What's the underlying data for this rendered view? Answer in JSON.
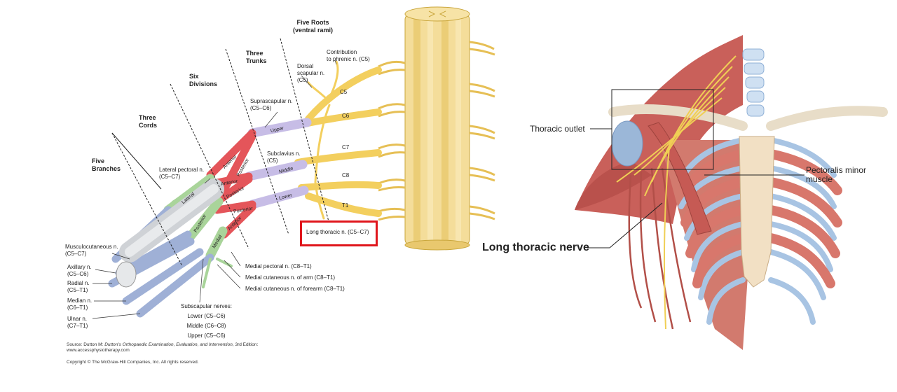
{
  "left_figure": {
    "headers": {
      "five_roots": "Five Roots",
      "ventral_rami": "(ventral rami)",
      "three_trunks": "Three Trunks",
      "six_divisions": "Six Divisions",
      "three_cords": "Three Cords",
      "five_branches": "Five Branches"
    },
    "roots": [
      "C5",
      "C6",
      "C7",
      "C8",
      "T1"
    ],
    "trunks": [
      "Upper",
      "Middle",
      "Lower"
    ],
    "divisions": [
      "Anterior",
      "Posterior",
      "Anterior",
      "Posterior",
      "Posterior",
      "Anterior"
    ],
    "cords": [
      "Lateral",
      "Posterior",
      "Medial"
    ],
    "nerve_labels": {
      "phrenic_1": "Contribution",
      "phrenic_2": "to phrenic n. (C5)",
      "dorsal_1": "Dorsal",
      "dorsal_2": "scapular n.",
      "dorsal_3": "(C5)",
      "suprascapular_1": "Suprascapular n.",
      "suprascapular_2": "(C5–C6)",
      "subclavius_1": "Subclavius n.",
      "subclavius_2": "(C5)",
      "lat_pectoral_1": "Lateral pectoral n.",
      "lat_pectoral_2": "(C5–C7)",
      "long_thoracic": "Long thoracic n. (C5–C7)",
      "musculocutaneous_1": "Musculocutaneous n.",
      "musculocutaneous_2": "(C5–C7)",
      "axillary_1": "Axillary n.",
      "axillary_2": "(C5–C6)",
      "radial_1": "Radial n.",
      "radial_2": "(C5–T1)",
      "median_1": "Median n.",
      "median_2": "(C6–T1)",
      "ulnar_1": "Ulnar n.",
      "ulnar_2": "(C7–T1)",
      "medial_pectoral": "Medial pectoral n. (C8–T1)",
      "medial_cut_arm": "Medial cutaneous n. of arm (C8–T1)",
      "medial_cut_forearm": "Medial cutaneous n. of forearm (C8–T1)",
      "subscapular_title": "Subscapular nerves:",
      "subscapular_lower": "Lower (C5–C6)",
      "subscapular_middle": "Middle (C6–C8)",
      "subscapular_upper": "Upper (C5–C6)"
    },
    "source_prefix": "Source: Dutton M: ",
    "source_title": "Dutton's Orthopaedic Examination, Evaluation, and Intervention",
    "source_suffix": ", 3rd Edition:",
    "source_url": "www.accessphysiotherapy.com",
    "copyright": "Copyright © The McGraw-Hill Companies, Inc. All rights reserved."
  },
  "right_figure": {
    "thoracic_outlet": "Thoracic outlet",
    "pectoralis_1": "Pectoralis minor",
    "pectoralis_2": "muscle",
    "long_thoracic_nerve": "Long thoracic nerve"
  },
  "colors": {
    "root_yellow": "#f3cf5e",
    "trunk_purple": "#c7bde6",
    "division_red": "#e4555a",
    "cord_green": "#a9d49a",
    "branch_blue": "#9fb0d6",
    "highlight_red": "#e0161c",
    "muscle": "#c9605a",
    "bone": "#b9d1ea"
  }
}
